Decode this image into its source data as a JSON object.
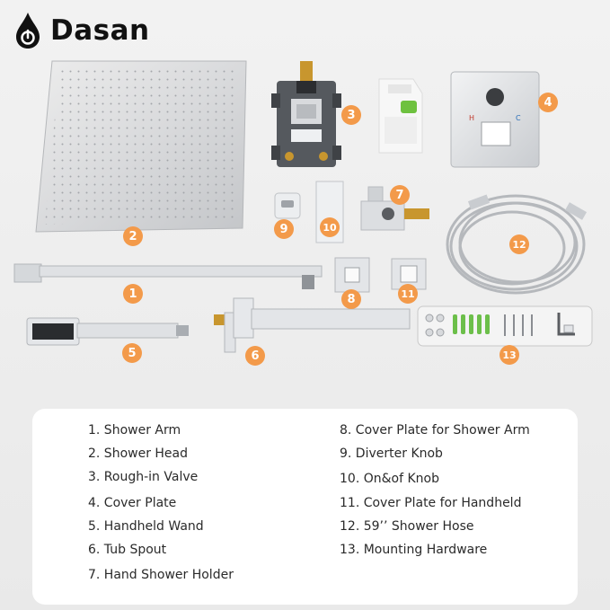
{
  "brand": {
    "name": "Dasan",
    "icon": "water-drop-icon"
  },
  "badges": [
    "1",
    "2",
    "3",
    "4",
    "5",
    "6",
    "7",
    "8",
    "9",
    "10",
    "11",
    "12",
    "13"
  ],
  "legend": {
    "left": [
      "1. Shower Arm",
      "2. Shower Head",
      "3. Rough-in Valve",
      "4. Cover Plate",
      "5. Handheld Wand",
      "6. Tub Spout",
      "7. Hand Shower Holder"
    ],
    "right": [
      "8. Cover Plate for Shower Arm",
      "9. Diverter Knob",
      "10. On&of Knob",
      "11. Cover Plate for Handheld",
      "12. 59’’ Shower Hose",
      "13. Mounting Hardware"
    ]
  },
  "colors": {
    "badge": "#f39a4a",
    "chrome": "#c9cdd2",
    "brass": "#c8962e"
  }
}
